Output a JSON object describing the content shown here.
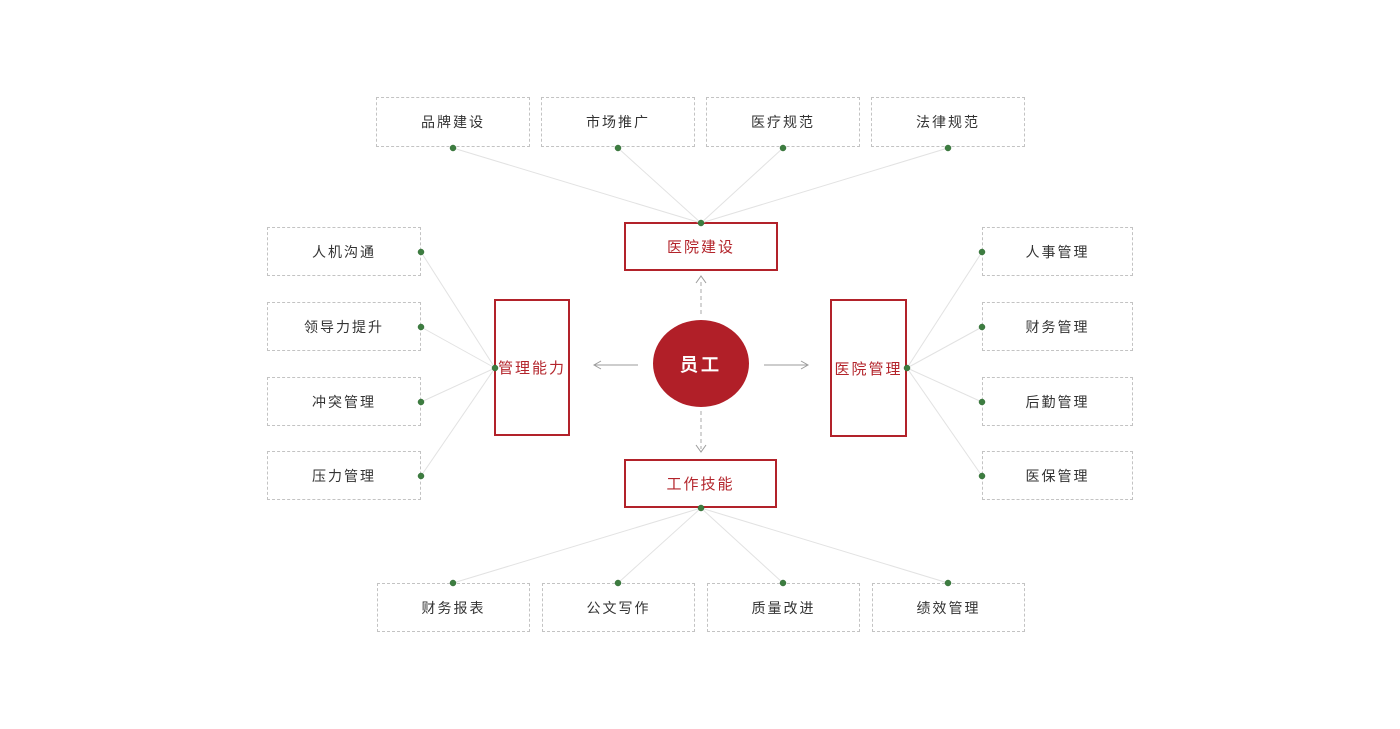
{
  "center": {
    "label": "员工"
  },
  "branches": {
    "top": {
      "label": "医院建设",
      "leaves": [
        "品牌建设",
        "市场推广",
        "医疗规范",
        "法律规范"
      ]
    },
    "left": {
      "label": "管理能力",
      "leaves": [
        "人机沟通",
        "领导力提升",
        "冲突管理",
        "压力管理"
      ]
    },
    "right": {
      "label": "医院管理",
      "leaves": [
        "人事管理",
        "财务管理",
        "后勤管理",
        "医保管理"
      ]
    },
    "bottom": {
      "label": "工作技能",
      "leaves": [
        "财务报表",
        "公文写作",
        "质量改进",
        "绩效管理"
      ]
    }
  },
  "colors": {
    "accent_red": "#b2222a",
    "circle_red": "#b11f28",
    "dot_green": "#3d7d40",
    "connector_gray": "#e2e2e2",
    "arrow_gray": "#9b9b9b",
    "dashed_border_gray": "#c3c3c3",
    "leaf_text": "#333333"
  }
}
